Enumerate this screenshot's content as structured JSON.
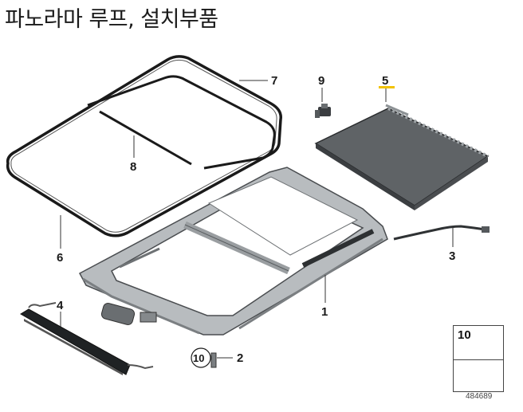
{
  "title": "파노라마 루프, 설치부품",
  "callouts": {
    "frame": "1",
    "drain_plug": "2",
    "drain_hose": "3",
    "wind_deflector": "4",
    "sunblind": "5",
    "outer_seal": "6",
    "upper_seal": "7",
    "inner_seal": "8",
    "clip": "9",
    "clip_ref": "10"
  },
  "legend": {
    "number": "10"
  },
  "doc_number": "484689",
  "colors": {
    "highlight": "#f2c200",
    "line": "#1a1a1a",
    "frame_gray": "#a9aeb1",
    "shade_dark": "#5a5d60"
  }
}
